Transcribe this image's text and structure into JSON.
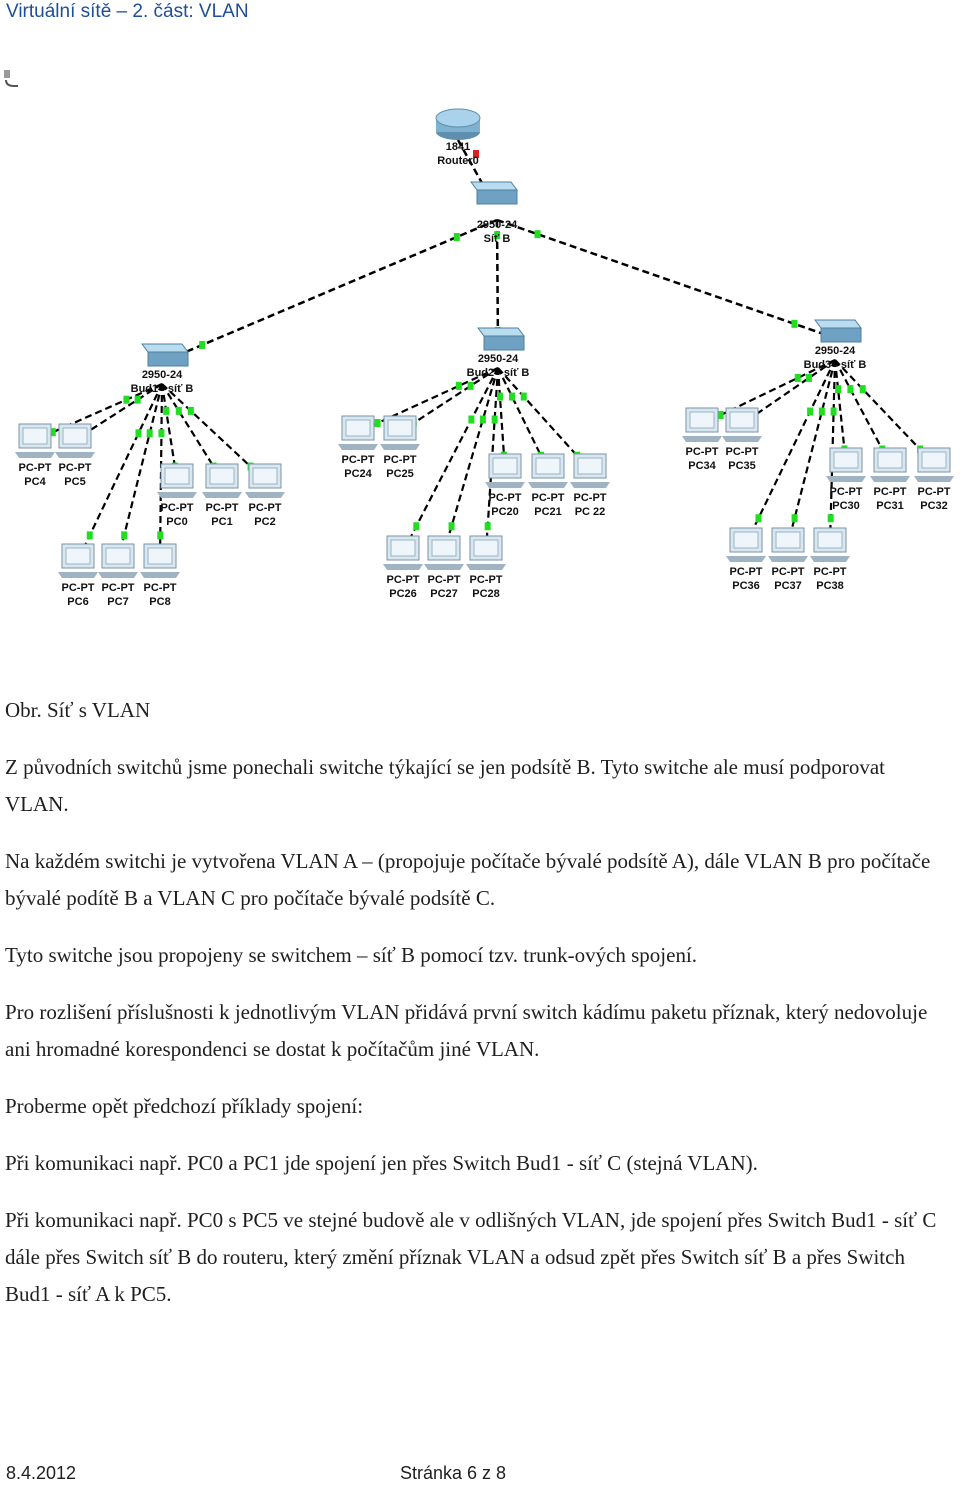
{
  "header": {
    "title": "Virtuální sítě – 2. část: VLAN"
  },
  "diagram": {
    "router": {
      "model": "1841",
      "name": "Router0"
    },
    "core_switch": {
      "model": "2950-24",
      "name": "Síť B"
    },
    "access_switches": [
      {
        "name": "Bud1 - síť B"
      },
      {
        "name": "Bud2 - síť B"
      },
      {
        "name": "Bud3 - síť B"
      }
    ],
    "pcs": [
      {
        "type": "PC-PT",
        "name": "PC4"
      },
      {
        "type": "PC-PT",
        "name": "PC5"
      },
      {
        "type": "PC-PT",
        "name": "PC0"
      },
      {
        "type": "PC-PT",
        "name": "PC1"
      },
      {
        "type": "PC-PT",
        "name": "PC2"
      },
      {
        "type": "PC-PT",
        "name": "PC6"
      },
      {
        "type": "PC-PT",
        "name": "PC7"
      },
      {
        "type": "PC-PT",
        "name": "PC8"
      },
      {
        "type": "PC-PT",
        "name": "PC24"
      },
      {
        "type": "PC-PT",
        "name": "PC25"
      },
      {
        "type": "PC-PT",
        "name": "PC20"
      },
      {
        "type": "PC-PT",
        "name": "PC21"
      },
      {
        "type": "PC-PT",
        "name": "PC 22"
      },
      {
        "type": "PC-PT",
        "name": "PC26"
      },
      {
        "type": "PC-PT",
        "name": "PC27"
      },
      {
        "type": "PC-PT",
        "name": "PC28"
      },
      {
        "type": "PC-PT",
        "name": "PC34"
      },
      {
        "type": "PC-PT",
        "name": "PC35"
      },
      {
        "type": "PC-PT",
        "name": "PC30"
      },
      {
        "type": "PC-PT",
        "name": "PC31"
      },
      {
        "type": "PC-PT",
        "name": "PC32"
      },
      {
        "type": "PC-PT",
        "name": "PC36"
      },
      {
        "type": "PC-PT",
        "name": "PC37"
      },
      {
        "type": "PC-PT",
        "name": "PC38"
      }
    ],
    "colors": {
      "link": "#000000",
      "port_up": "#22dd22",
      "port_down": "#e02020"
    }
  },
  "body": {
    "caption": "Obr. Síť s VLAN",
    "paragraphs": [
      "Z původních switchů jsme ponechali switche týkající se jen podsítě B. Tyto switche ale musí podporovat VLAN.",
      "Na každém switchi je vytvořena VLAN A – (propojuje počítače bývalé podsítě A), dále VLAN B pro počítače bývalé podítě B a VLAN C pro počítače bývalé podsítě C.",
      "Tyto switche jsou propojeny se switchem – síť B pomocí tzv. trunk-ových spojení.",
      "Pro rozlišení příslušnosti k jednotlivým VLAN přidává první switch kádímu paketu příznak, který nedovoluje ani hromadné korespondenci se dostat k počítačům jiné VLAN.",
      "Proberme opět předchozí příklady spojení:",
      "Při komunikaci např. PC0 a PC1 jde spojení jen přes Switch Bud1 - síť C (stejná VLAN).",
      "Při komunikaci např. PC0 s PC5 ve stejné budově ale v odlišných VLAN, jde spojení přes Switch Bud1 - síť C dále přes Switch síť B do routeru, který změní příznak VLAN a odsud zpět přes Switch síť B a přes Switch Bud1 - síť A k PC5."
    ]
  },
  "footer": {
    "date": "8.4.2012",
    "page": "Stránka 6 z 8"
  }
}
